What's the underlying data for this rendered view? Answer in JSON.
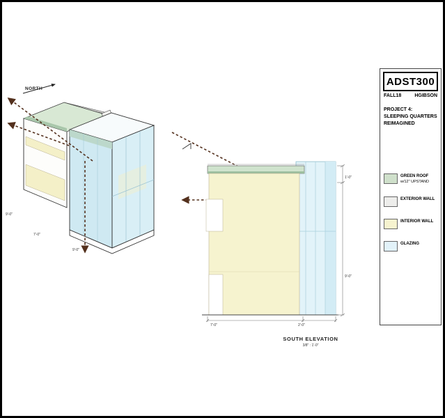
{
  "sheet": {
    "background": "#ffffff",
    "frame_color": "#000000"
  },
  "axon": {
    "north_label": "NORTH",
    "dims": {
      "left": "9'-0\"",
      "bottom_left": "7'-0\"",
      "bottom_right": "9'-0\""
    }
  },
  "elevation": {
    "title": "SOUTH ELEVATION",
    "scale_note": "3/8\" : 1'-0\"",
    "dims": {
      "right_top": "1'-0\"",
      "right_bottom": "9'-0\"",
      "bottom_left": "7'-0\"",
      "bottom_right": "2'-0\""
    }
  },
  "titleblock": {
    "course": "ADST300",
    "term": "FALL18",
    "author": "HGIBSON",
    "project": [
      "PROJECT 4:",
      "SLEEPING QUARTERS",
      "REIMAGINED"
    ],
    "legend": [
      {
        "label": "GREEN ROOF",
        "label2": "w/12\" UPSTAND",
        "color": "#cfe0cb"
      },
      {
        "label": "EXTERIOR WALL",
        "label2": "",
        "color": "#ededeb"
      },
      {
        "label": "INTERIOR WALL",
        "label2": "",
        "color": "#f6f3cf"
      },
      {
        "label": "GLAZING",
        "label2": "",
        "color": "#e2f2f9"
      }
    ]
  },
  "colors": {
    "green_roof": "#cfe0cb",
    "exterior_wall": "#ededeb",
    "interior_wall": "#f6f3cf",
    "glazing": "#e2f2f9",
    "section_arrow": "#53301d"
  }
}
